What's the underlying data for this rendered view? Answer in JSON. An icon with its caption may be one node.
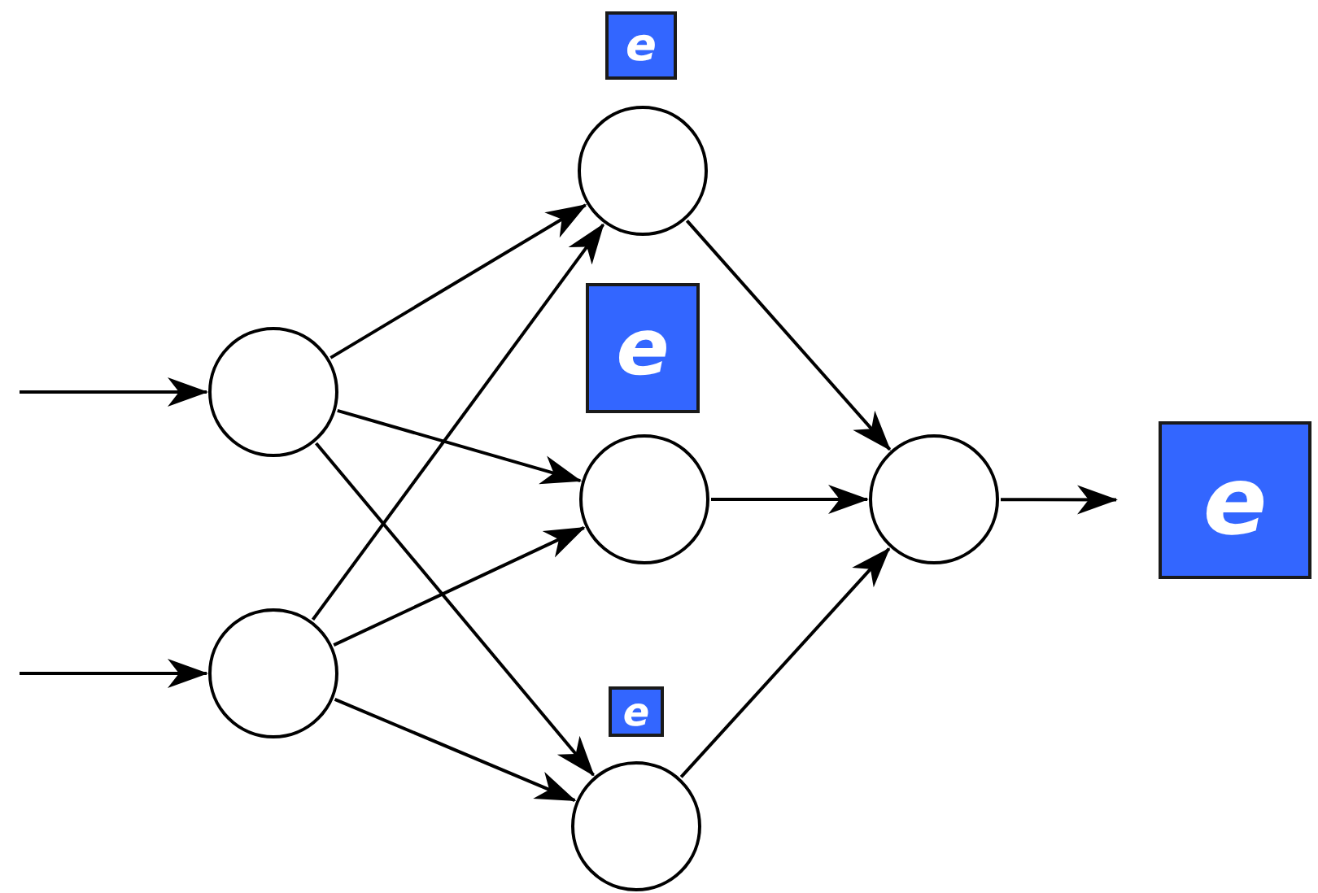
{
  "diagram": {
    "nodes": [
      {
        "text": [],
        "shape": "circle"
      },
      {
        "text": [],
        "shape": "circle"
      },
      {
        "text": [],
        "shape": "circle"
      },
      {
        "text": [],
        "shape": "circle"
      },
      {
        "text": [],
        "shape": "circle"
      },
      {
        "text": [],
        "shape": "circle"
      },
      {
        "text": [
          "e"
        ]
      },
      {
        "text": [
          "e"
        ]
      },
      {
        "text": [
          "e"
        ]
      },
      {
        "text": [
          "e"
        ]
      }
    ],
    "edges": [
      {
        "from": null,
        "to": 0,
        "arrow": "to"
      },
      {
        "from": null,
        "to": 1,
        "arrow": "to"
      },
      {
        "from": 0,
        "to": 2,
        "arrow": "to"
      },
      {
        "from": 0,
        "to": 3,
        "arrow": "to"
      },
      {
        "from": 0,
        "to": 4,
        "arrow": "to"
      },
      {
        "from": 1,
        "to": 2,
        "arrow": "to"
      },
      {
        "from": 1,
        "to": 3,
        "arrow": "to"
      },
      {
        "from": 1,
        "to": 4,
        "arrow": "to"
      },
      {
        "from": 2,
        "to": 5,
        "arrow": "to"
      },
      {
        "from": 3,
        "to": 5,
        "arrow": "to"
      },
      {
        "from": 4,
        "to": 5,
        "arrow": "to"
      },
      {
        "from": 5,
        "to": 9,
        "arrow": "to"
      }
    ]
  }
}
